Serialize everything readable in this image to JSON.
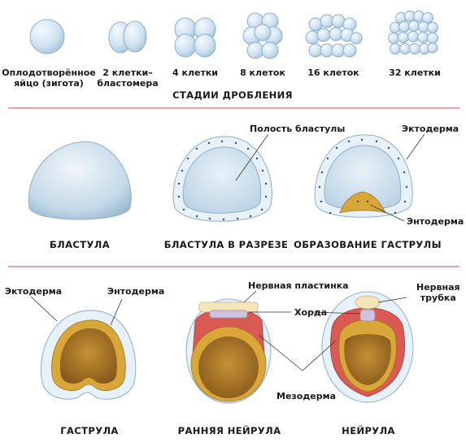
{
  "section1": {
    "stages": [
      "Оплодотворённое\nяйцо (зигота)",
      "2 клетки–\nбластомера",
      "4 клетки",
      "8 клеток",
      "16 клеток",
      "32 клетки"
    ],
    "caption": "СТАДИИ ДРОБЛЕНИЯ"
  },
  "section2": {
    "captions": [
      "БЛАСТУЛА",
      "БЛАСТУЛА В РАЗРЕЗЕ",
      "ОБРАЗОВАНИЕ ГАСТРУЛЫ"
    ],
    "labels": {
      "blastocoel": "Полость бластулы",
      "ectoderm": "Эктодерма",
      "endoderm": "Энтодерма"
    }
  },
  "section3": {
    "captions": [
      "ГАСТРУЛА",
      "РАННЯЯ НЕЙРУЛА",
      "НЕЙРУЛА"
    ],
    "labels": {
      "ectoderm": "Эктодерма",
      "endoderm": "Энтодерма",
      "neural_plate": "Нервная пластинка",
      "chord": "Хорда",
      "neural_tube": "Нервная\nтрубка",
      "mesoderm": "Мезодерма"
    }
  },
  "colors": {
    "cell_light": "#e6f1fa",
    "cell_dark": "#a9c8e0",
    "endoderm": "#d9a63a",
    "cavity": "#b07a2a",
    "mesoderm": "#d95a52",
    "chord": "#cfc2dc",
    "neural": "#f4e6b8",
    "divider": "#e9a0a8"
  }
}
